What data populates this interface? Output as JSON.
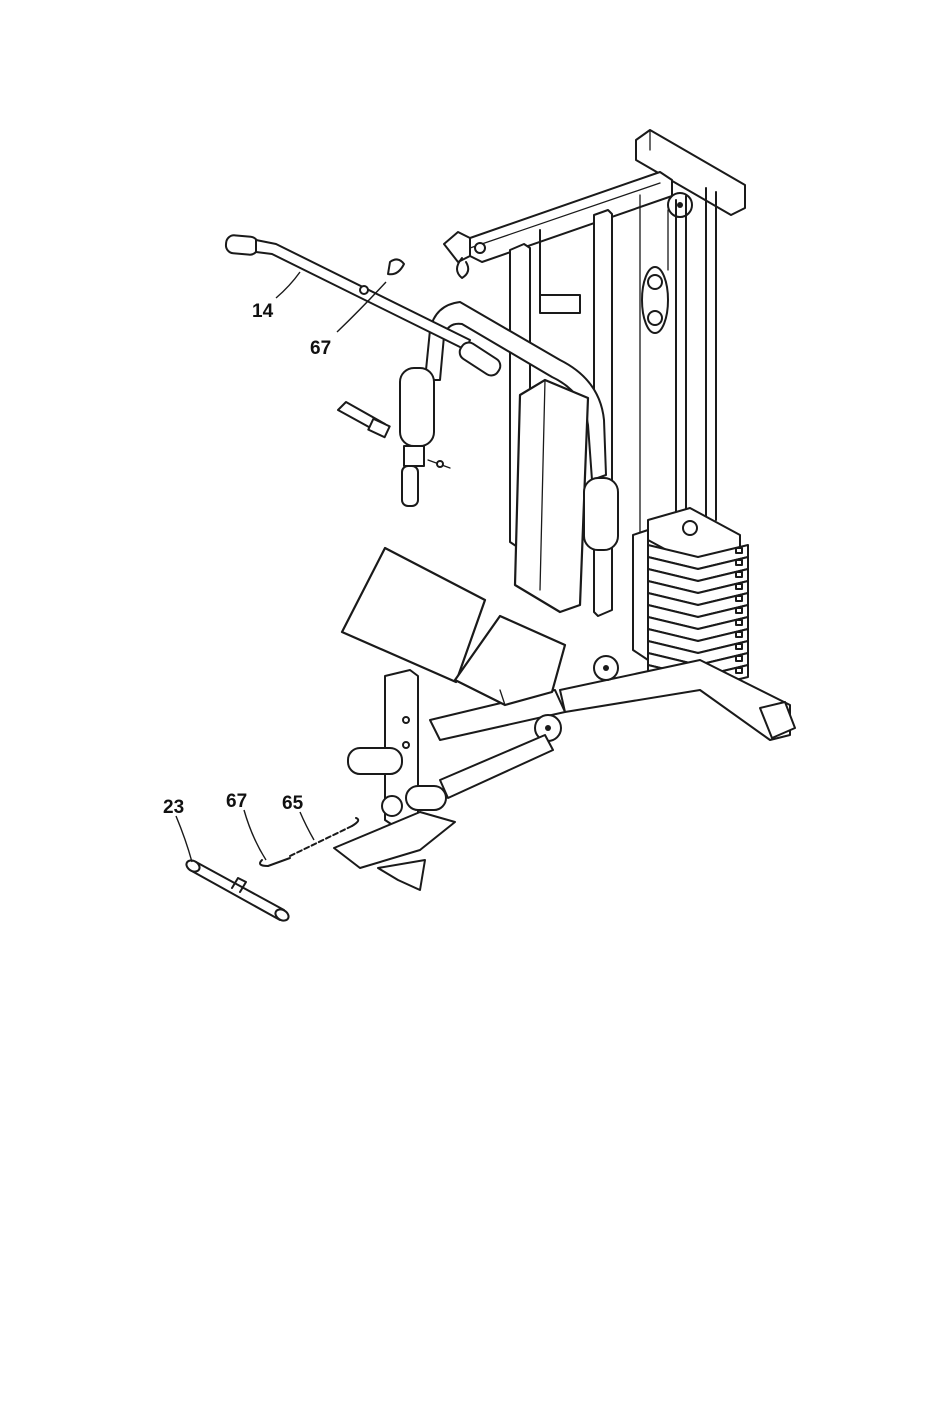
{
  "diagram": {
    "callouts": [
      {
        "id": "c14",
        "label": "14"
      },
      {
        "id": "c67a",
        "label": "67"
      },
      {
        "id": "c23",
        "label": "23"
      },
      {
        "id": "c67b",
        "label": "67"
      },
      {
        "id": "c65",
        "label": "65"
      }
    ]
  }
}
